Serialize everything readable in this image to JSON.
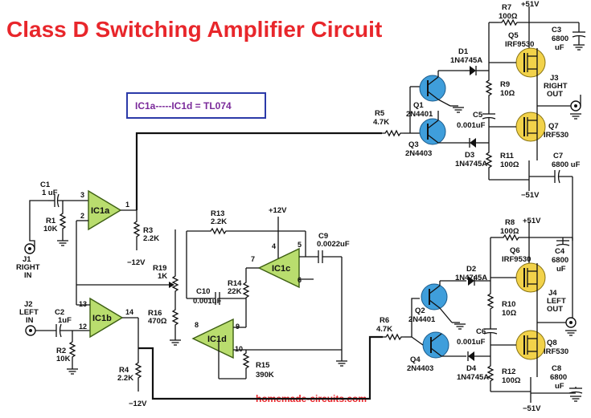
{
  "title": "Class D Switching Amplifier Circuit",
  "note": "IC1a-----IC1d = TL074",
  "website": "homemade-circuits.com",
  "colors": {
    "title": "#e8262b",
    "opamp": "#b9dd6e",
    "bjt": "#3f9edb",
    "mosfet": "#f2d24a",
    "note": "#7a2a9a",
    "note_border": "#2b3aa8"
  },
  "opamps": {
    "ic1a": {
      "label": "IC1a",
      "pins": [
        "3",
        "2",
        "1"
      ]
    },
    "ic1b": {
      "label": "IC1b",
      "pins": [
        "13",
        "12",
        "14"
      ]
    },
    "ic1c": {
      "label": "IC1c",
      "pins": [
        "4",
        "5",
        "6",
        "7"
      ]
    },
    "ic1d": {
      "label": "IC1d",
      "pins": [
        "8",
        "9",
        "10"
      ]
    }
  },
  "inputs": {
    "j1": {
      "name": "J1",
      "line1": "RIGHT",
      "line2": "IN"
    },
    "j2": {
      "name": "J2",
      "line1": "LEFT",
      "line2": "IN"
    }
  },
  "outputs": {
    "j3": {
      "name": "J3",
      "line1": "RIGHT",
      "line2": "OUT"
    },
    "j4": {
      "name": "J4",
      "line1": "LEFT",
      "line2": "OUT"
    }
  },
  "supplies": {
    "p12": "+12V",
    "m12": "−12V",
    "p51": "+51V",
    "m51": "−51V"
  },
  "resistors": {
    "r1": {
      "name": "R1",
      "value": "10K"
    },
    "r2": {
      "name": "R2",
      "value": "10K"
    },
    "r3": {
      "name": "R3",
      "value": "2.2K"
    },
    "r4": {
      "name": "R4",
      "value": "2.2K"
    },
    "r5": {
      "name": "R5",
      "value": "4.7K"
    },
    "r6": {
      "name": "R6",
      "value": "4.7K"
    },
    "r7": {
      "name": "R7",
      "value": "100Ω"
    },
    "r8": {
      "name": "R8",
      "value": "100Ω"
    },
    "r9": {
      "name": "R9",
      "value": "10Ω"
    },
    "r10": {
      "name": "R10",
      "value": "10Ω"
    },
    "r11": {
      "name": "R11",
      "value": "100Ω"
    },
    "r12": {
      "name": "R12",
      "value": "100Ω"
    },
    "r13": {
      "name": "R13",
      "value": "2.2K"
    },
    "r14": {
      "name": "R14",
      "value": "22K"
    },
    "r15": {
      "name": "R15",
      "value": "390K"
    },
    "r16": {
      "name": "R16",
      "value": "470Ω"
    },
    "r19": {
      "name": "R19",
      "value": "1K"
    }
  },
  "capacitors": {
    "c1": {
      "name": "C1",
      "value": "1 uF"
    },
    "c2": {
      "name": "C2",
      "value": "1uF"
    },
    "c3": {
      "name": "C3",
      "value1": "6800",
      "value2": "uF"
    },
    "c4": {
      "name": "C4",
      "value1": "6800",
      "value2": "uF"
    },
    "c5": {
      "name": "C5",
      "value": "0.001uF"
    },
    "c6": {
      "name": "C6",
      "value": "0.001uF"
    },
    "c7": {
      "name": "C7",
      "value": "6800 uF"
    },
    "c8": {
      "name": "C8",
      "value1": "6800",
      "value2": "uF"
    },
    "c9": {
      "name": "C9",
      "value": "0.0022uF"
    },
    "c10": {
      "name": "C10",
      "value": "0.001uF"
    }
  },
  "transistors": {
    "q1": {
      "name": "Q1",
      "part": "2N4401"
    },
    "q2": {
      "name": "Q2",
      "part": "2N4401"
    },
    "q3": {
      "name": "Q3",
      "part": "2N4403"
    },
    "q4": {
      "name": "Q4",
      "part": "2N4403"
    },
    "q5": {
      "name": "Q5",
      "part": "IRF9530"
    },
    "q6": {
      "name": "Q6",
      "part": "IRF9530"
    },
    "q7": {
      "name": "Q7",
      "part": "IRF530"
    },
    "q8": {
      "name": "Q8",
      "part": "IRF530"
    }
  },
  "diodes": {
    "d1": {
      "name": "D1",
      "part": "1N4745A"
    },
    "d2": {
      "name": "D2",
      "part": "1N4745A"
    },
    "d3": {
      "name": "D3",
      "part": "1N4745A"
    },
    "d4": {
      "name": "D4",
      "part": "1N4745A"
    }
  }
}
